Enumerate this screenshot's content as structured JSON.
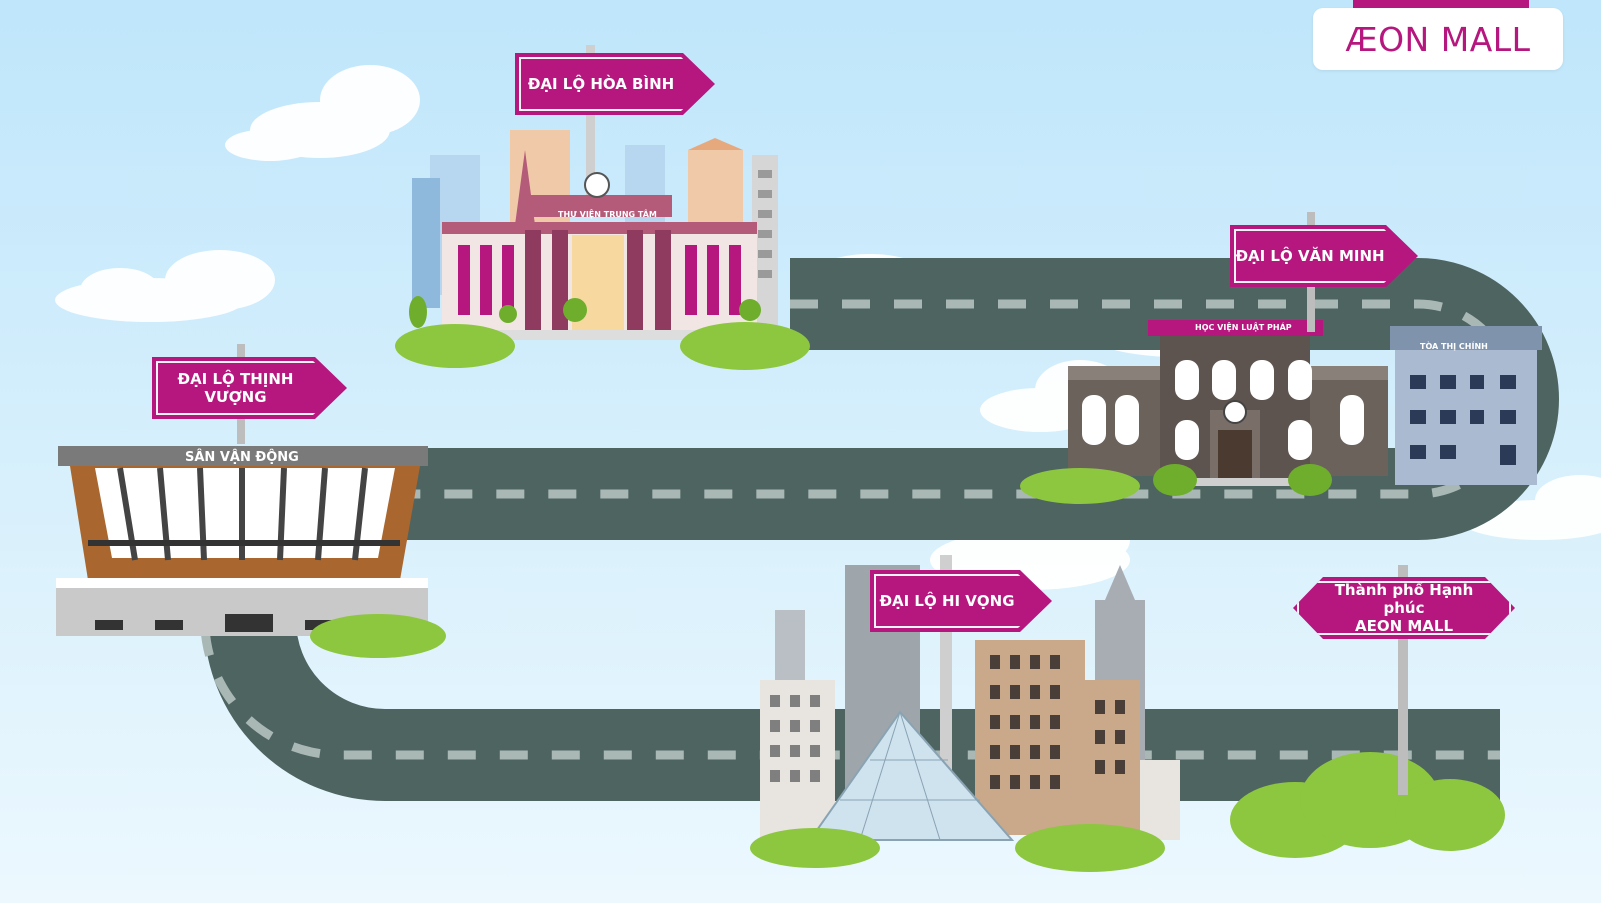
{
  "brand": {
    "logo_text": "ÆON MALL",
    "color": "#b5177e"
  },
  "signs": {
    "hoa_binh": "ĐẠI LỘ HÒA BÌNH",
    "van_minh": "ĐẠI LỘ VĂN MINH",
    "thinh_vuong": "ĐẠI LỘ THỊNH VƯỢNG",
    "hi_vong": "ĐẠI LỘ HI VỌNG",
    "destination_line1": "Thành phố Hạnh phúc",
    "destination_line2": "AEON MALL"
  },
  "building_labels": {
    "library": "THƯ VIỆN TRUNG TÂM",
    "law_academy": "HỌC VIỆN LUẬT PHÁP",
    "city_hall": "TÒA THỊ CHÍNH",
    "stadium": "SÂN VẬN ĐỘNG"
  },
  "colors": {
    "road": "#4e6461",
    "road_dash": "#a9b8b5",
    "grass": "#8dc63f",
    "sign": "#b5177e"
  }
}
